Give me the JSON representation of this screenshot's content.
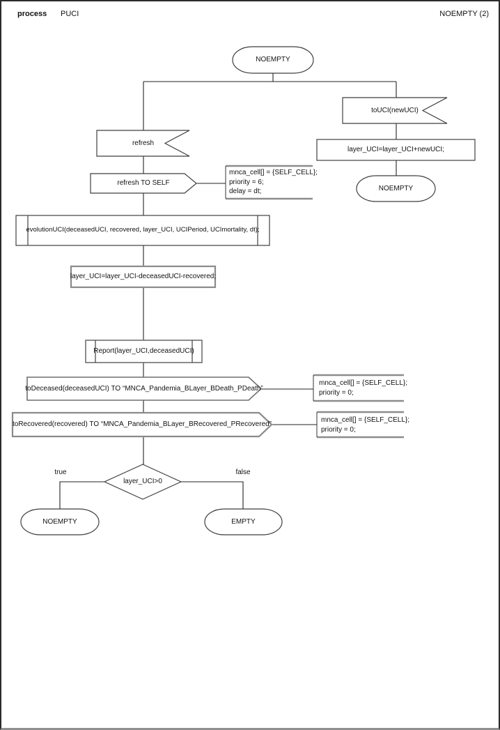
{
  "header": {
    "kind_label": "process",
    "process_name": "PUCI",
    "page_label": "NOEMPTY (2)"
  },
  "diagram": {
    "start_state": "NOEMPTY",
    "input_touci": "toUCI(newUCI)",
    "task_add": "layer_UCI=layer_UCI+newUCI;",
    "state_after_touci": "NOEMPTY",
    "input_refresh": "refresh",
    "output_refresh_self": "refresh TO SELF",
    "comment_refresh": [
      "mnca_cell[] = {SELF_CELL};",
      "priority = 6;",
      "delay = dt;"
    ],
    "proc_evolution": "evolutionUCI(deceasedUCI, recovered, layer_UCI, UCIPeriod, UCImortality, dt);",
    "task_subtract": "layer_UCI=layer_UCI-deceasedUCI-recovered;",
    "proc_report": "Report(layer_UCI,deceasedUCI)",
    "output_deceased": "toDeceased(deceasedUCI) TO “MNCA_Pandemia_BLayer_BDeath_PDeath”",
    "comment_deceased": [
      "mnca_cell[] = {SELF_CELL};",
      "priority = 0;"
    ],
    "output_recovered": "toRecovered(recovered) TO “MNCA_Pandemia_BLayer_BRecovered_PRecovered”",
    "comment_recovered": [
      "mnca_cell[] = {SELF_CELL};",
      "priority = 0;"
    ],
    "decision": "layer_UCI>0",
    "label_true": "true",
    "label_false": "false",
    "state_true": "NOEMPTY",
    "state_false": "EMPTY"
  },
  "colors": {
    "background": "#ffffff",
    "connector": "#222222",
    "shape_border": "#3f3f3f",
    "thick_gray_border": "#8a8a8a",
    "comment_bracket": "#8c8c8c",
    "text": "#111111"
  }
}
